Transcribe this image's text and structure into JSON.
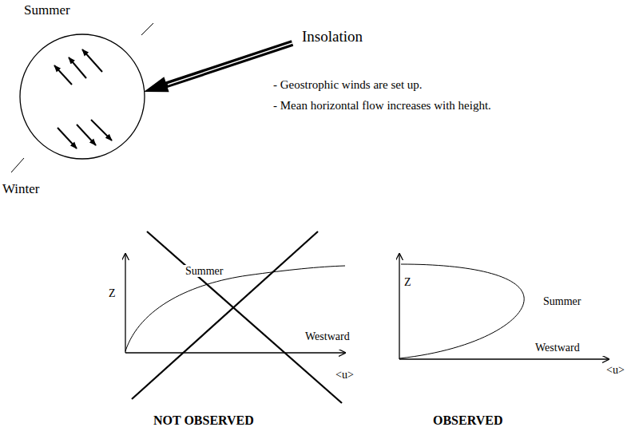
{
  "diagram": {
    "labels": [
      "Summer",
      "Insolation",
      "- Geostrophic winds are set up.",
      "- Mean horizontal flow increases with height.",
      "Winter",
      "Z",
      "Summer",
      "Westward",
      "<u>",
      "NOT OBSERVED",
      "Z",
      "Summer",
      "Westward",
      "<u>",
      "OBSERVED"
    ]
  }
}
